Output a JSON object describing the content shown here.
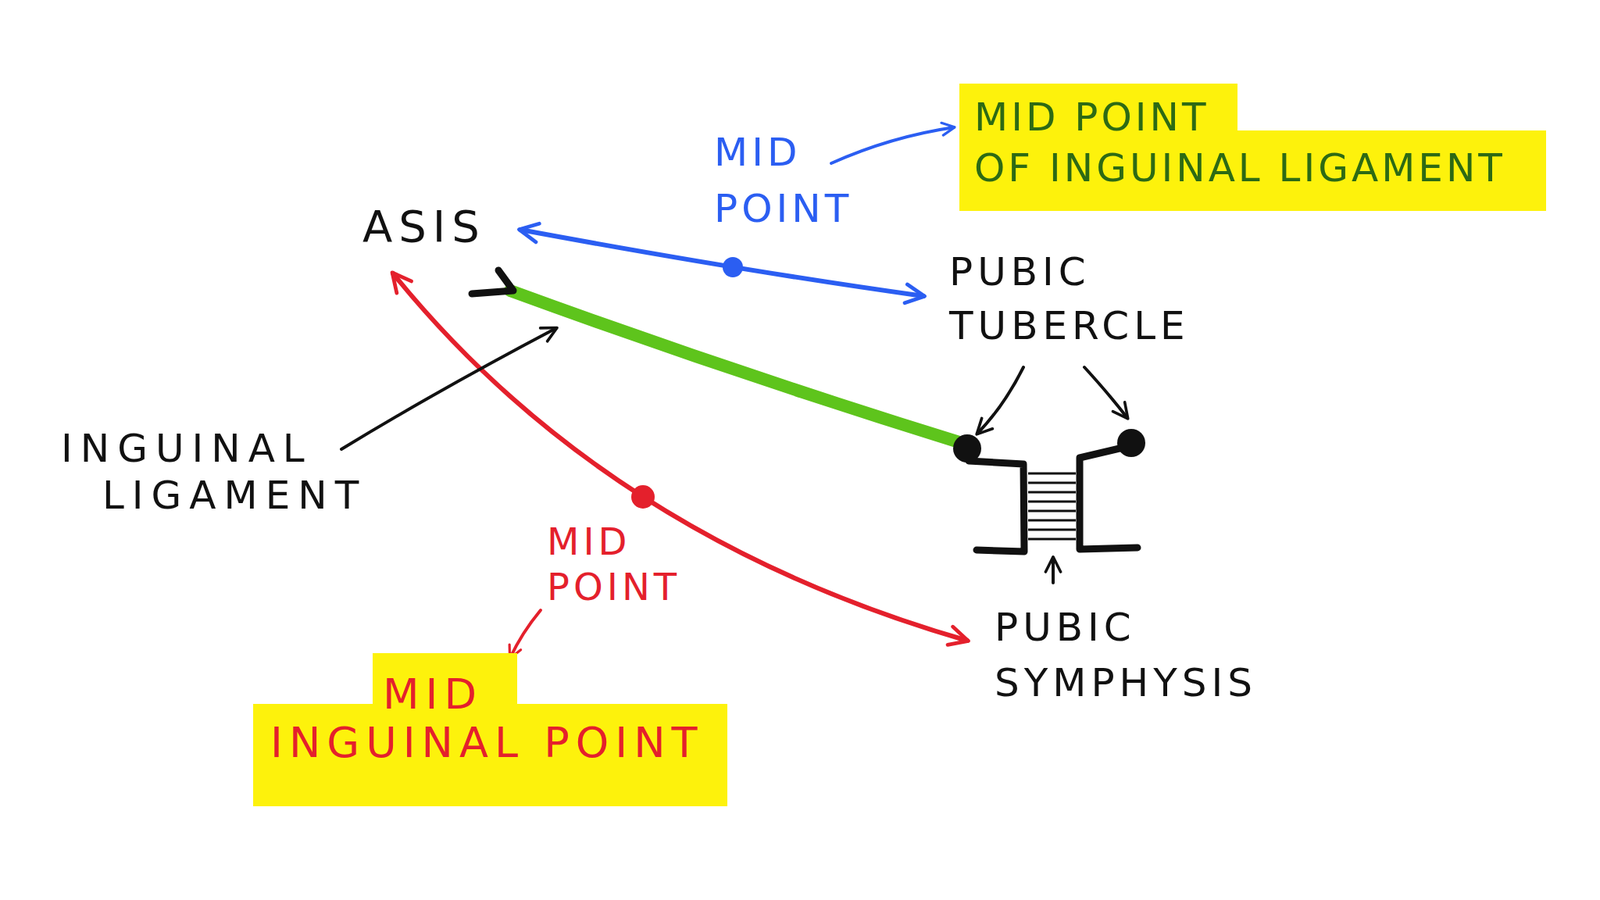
{
  "diagram": {
    "nodes": [
      {
        "text": [
          "MID POINT OF INGUINAL LIGAMENT"
        ]
      },
      {
        "text": [
          "MID INGUINAL POINT"
        ]
      }
    ],
    "labels": [
      "MID POINT",
      "ASIS",
      "PUBIC TUBERCLE",
      "INGUINAL LIGAMENT",
      "MID POINT",
      "PUBIC SYMPHYSIS"
    ]
  }
}
